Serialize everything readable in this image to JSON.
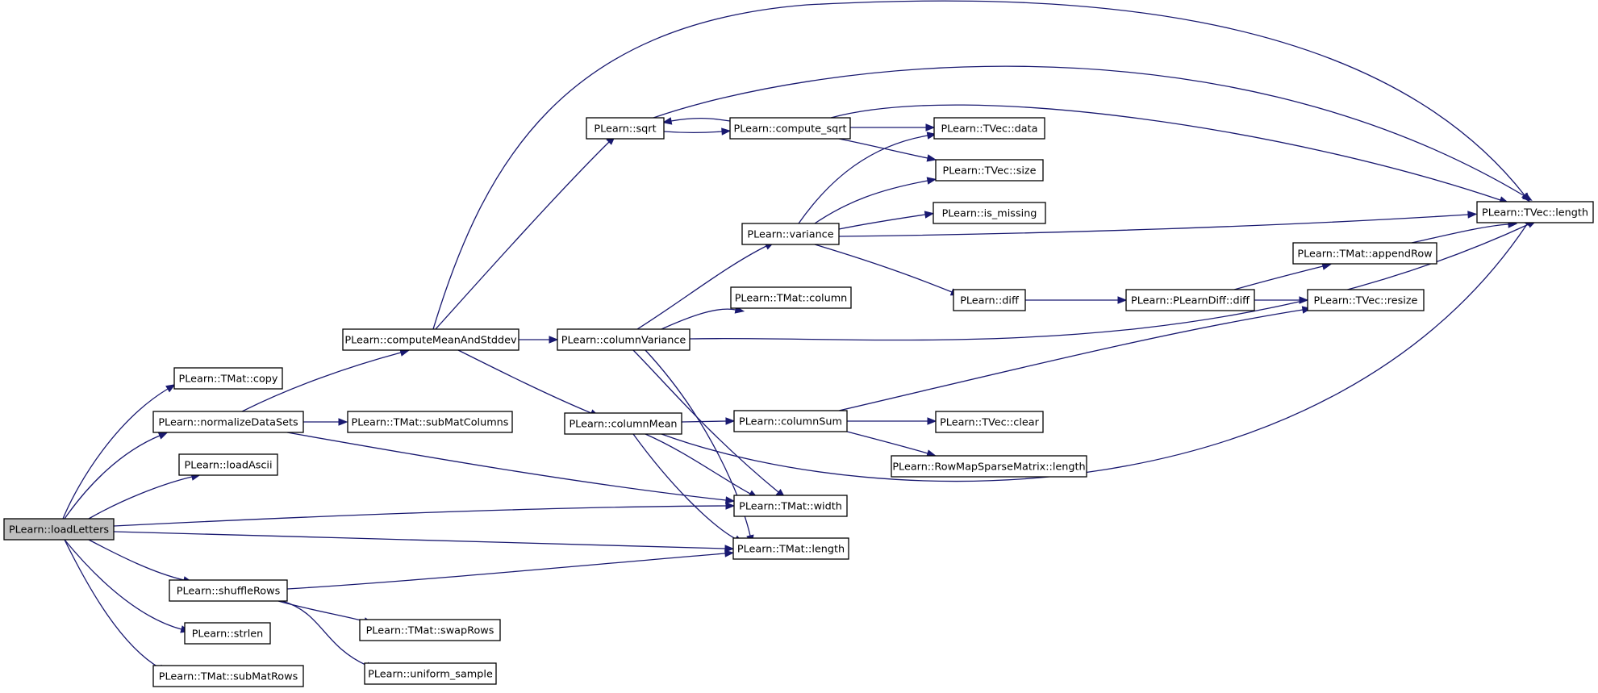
{
  "graph": {
    "colors": {
      "edge": "#191970",
      "root_fill": "#bfbfbf",
      "node_fill": "#ffffff",
      "border": "#000000"
    },
    "nodes": [
      {
        "id": "loadLetters",
        "label": "PLearn::loadLetters",
        "root": true
      },
      {
        "id": "tmat_copy",
        "label": "PLearn::TMat::copy"
      },
      {
        "id": "normalizeDataSets",
        "label": "PLearn::normalizeDataSets"
      },
      {
        "id": "loadAscii",
        "label": "PLearn::loadAscii"
      },
      {
        "id": "shuffleRows",
        "label": "PLearn::shuffleRows"
      },
      {
        "id": "strlen",
        "label": "PLearn::strlen"
      },
      {
        "id": "subMatRows",
        "label": "PLearn::TMat::subMatRows"
      },
      {
        "id": "computeMeanAndStddev",
        "label": "PLearn::computeMeanAndStddev"
      },
      {
        "id": "subMatColumns",
        "label": "PLearn::TMat::subMatColumns"
      },
      {
        "id": "swapRows",
        "label": "PLearn::TMat::swapRows"
      },
      {
        "id": "uniform_sample",
        "label": "PLearn::uniform_sample"
      },
      {
        "id": "sqrt",
        "label": "PLearn::sqrt"
      },
      {
        "id": "columnVariance",
        "label": "PLearn::columnVariance"
      },
      {
        "id": "columnMean",
        "label": "PLearn::columnMean"
      },
      {
        "id": "compute_sqrt",
        "label": "PLearn::compute_sqrt"
      },
      {
        "id": "variance",
        "label": "PLearn::variance"
      },
      {
        "id": "tmat_column",
        "label": "PLearn::TMat::column"
      },
      {
        "id": "columnSum",
        "label": "PLearn::columnSum"
      },
      {
        "id": "tmat_width",
        "label": "PLearn::TMat::width"
      },
      {
        "id": "tmat_length",
        "label": "PLearn::TMat::length"
      },
      {
        "id": "tvec_data",
        "label": "PLearn::TVec::data"
      },
      {
        "id": "tvec_size",
        "label": "PLearn::TVec::size"
      },
      {
        "id": "is_missing",
        "label": "PLearn::is_missing"
      },
      {
        "id": "diff",
        "label": "PLearn::diff"
      },
      {
        "id": "tvec_clear",
        "label": "PLearn::TVec::clear"
      },
      {
        "id": "rowmap_length",
        "label": "PLearn::RowMapSparseMatrix::length"
      },
      {
        "id": "plearndiff_diff",
        "label": "PLearn::PLearnDiff::diff"
      },
      {
        "id": "appendRow",
        "label": "PLearn::TMat::appendRow"
      },
      {
        "id": "tvec_resize",
        "label": "PLearn::TVec::resize"
      },
      {
        "id": "tvec_length",
        "label": "PLearn::TVec::length"
      }
    ],
    "edges": [
      [
        "loadLetters",
        "tmat_copy"
      ],
      [
        "loadLetters",
        "normalizeDataSets"
      ],
      [
        "loadLetters",
        "loadAscii"
      ],
      [
        "loadLetters",
        "tmat_width"
      ],
      [
        "loadLetters",
        "tmat_length"
      ],
      [
        "loadLetters",
        "shuffleRows"
      ],
      [
        "loadLetters",
        "strlen"
      ],
      [
        "loadLetters",
        "subMatRows"
      ],
      [
        "normalizeDataSets",
        "computeMeanAndStddev"
      ],
      [
        "normalizeDataSets",
        "subMatColumns"
      ],
      [
        "normalizeDataSets",
        "tmat_width"
      ],
      [
        "shuffleRows",
        "tmat_length"
      ],
      [
        "shuffleRows",
        "swapRows"
      ],
      [
        "shuffleRows",
        "uniform_sample"
      ],
      [
        "computeMeanAndStddev",
        "sqrt"
      ],
      [
        "computeMeanAndStddev",
        "tvec_length"
      ],
      [
        "computeMeanAndStddev",
        "columnVariance"
      ],
      [
        "computeMeanAndStddev",
        "columnMean"
      ],
      [
        "sqrt",
        "compute_sqrt"
      ],
      [
        "sqrt",
        "tvec_length"
      ],
      [
        "compute_sqrt",
        "sqrt"
      ],
      [
        "compute_sqrt",
        "tvec_data"
      ],
      [
        "compute_sqrt",
        "tvec_size"
      ],
      [
        "compute_sqrt",
        "tvec_length"
      ],
      [
        "columnVariance",
        "variance"
      ],
      [
        "columnVariance",
        "tmat_column"
      ],
      [
        "columnVariance",
        "tvec_length"
      ],
      [
        "columnVariance",
        "tmat_width"
      ],
      [
        "columnVariance",
        "tmat_length"
      ],
      [
        "columnMean",
        "columnSum"
      ],
      [
        "columnMean",
        "tmat_width"
      ],
      [
        "columnMean",
        "tmat_length"
      ],
      [
        "columnMean",
        "tvec_length"
      ],
      [
        "variance",
        "tvec_data"
      ],
      [
        "variance",
        "tvec_size"
      ],
      [
        "variance",
        "is_missing"
      ],
      [
        "variance",
        "tvec_length"
      ],
      [
        "variance",
        "diff"
      ],
      [
        "columnSum",
        "tvec_resize"
      ],
      [
        "columnSum",
        "tvec_clear"
      ],
      [
        "columnSum",
        "rowmap_length"
      ],
      [
        "diff",
        "plearndiff_diff"
      ],
      [
        "plearndiff_diff",
        "appendRow"
      ],
      [
        "plearndiff_diff",
        "tvec_resize"
      ],
      [
        "appendRow",
        "tvec_length"
      ]
    ]
  }
}
